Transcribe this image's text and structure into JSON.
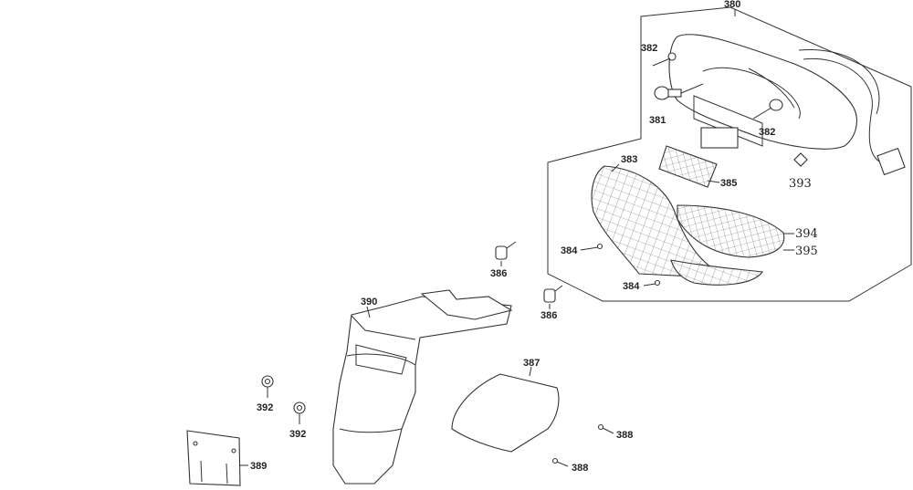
{
  "labels": {
    "p380": "380",
    "p381": "381",
    "p382a": "382",
    "p382b": "382",
    "p383": "383",
    "p384a": "384",
    "p384b": "384",
    "p385": "385",
    "p386a": "386",
    "p386b": "386",
    "p387": "387",
    "p388a": "388",
    "p388b": "388",
    "p389": "389",
    "p390": "390",
    "p392a": "392",
    "p392b": "392",
    "p393": "393",
    "p394": "394",
    "p395": "395"
  }
}
